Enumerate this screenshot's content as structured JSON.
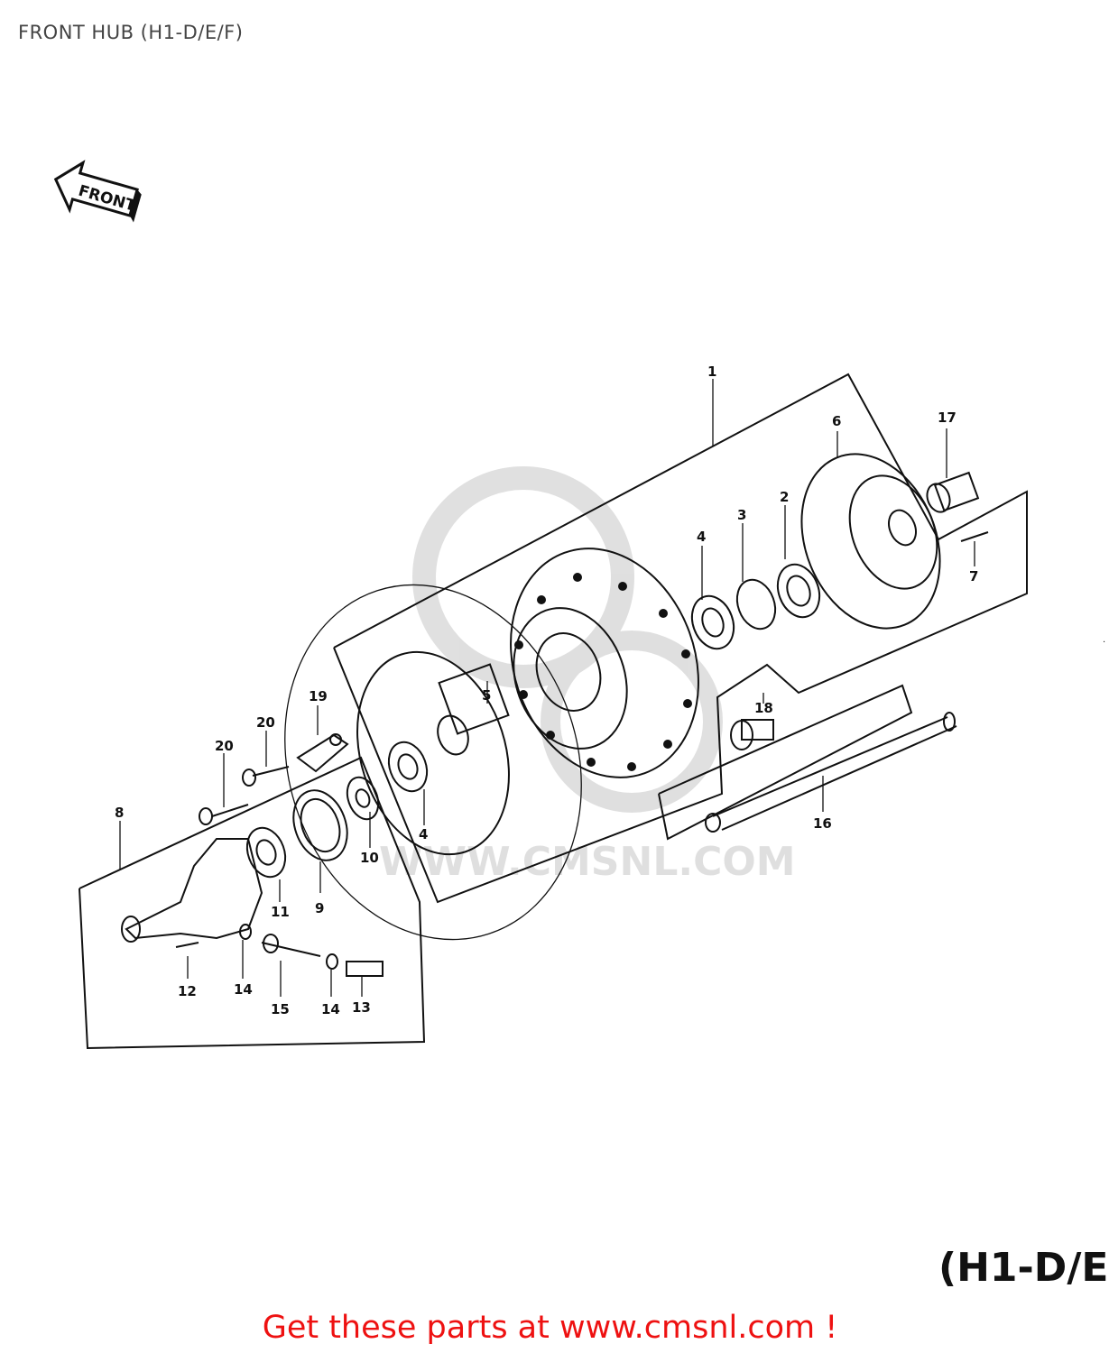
{
  "header": {
    "title": "FRONT HUB (H1-D/E/F)"
  },
  "diagram": {
    "front_arrow_label": "FRONT",
    "model_stamp": "(H1-D/E",
    "watermark": "WWW.CMSNL.COM",
    "callouts": [
      "1",
      "2",
      "3",
      "4",
      "4",
      "5",
      "6",
      "7",
      "8",
      "9",
      "10",
      "11",
      "12",
      "13",
      "14",
      "14",
      "15",
      "16",
      "17",
      "18",
      "19",
      "20",
      "20"
    ]
  },
  "footer": {
    "link_text": "Get these parts at www.cmsnl.com !",
    "link_color": "#ee1111"
  }
}
